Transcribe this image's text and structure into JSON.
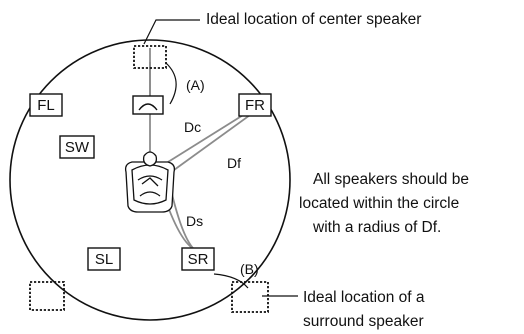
{
  "speakers": {
    "front_left": "FL",
    "front_right": "FR",
    "subwoofer": "SW",
    "surround_left": "SL",
    "surround_right": "SR"
  },
  "distances": {
    "center": "Dc",
    "front": "Df",
    "surround": "Ds"
  },
  "angles": {
    "a": "(A)",
    "b": "(B)"
  },
  "callouts": {
    "center_ideal": "Ideal location of center speaker",
    "surround_ideal_line1": "Ideal location of a",
    "surround_ideal_line2": "surround speaker"
  },
  "note": {
    "line1": "All speakers should be",
    "line2": "located within the circle",
    "line3": "with a radius of Df."
  },
  "colors": {
    "line": "#111111",
    "distance_line": "#8c8c8c"
  },
  "icons": [
    "listener-seat-icon",
    "center-speaker-icon"
  ]
}
